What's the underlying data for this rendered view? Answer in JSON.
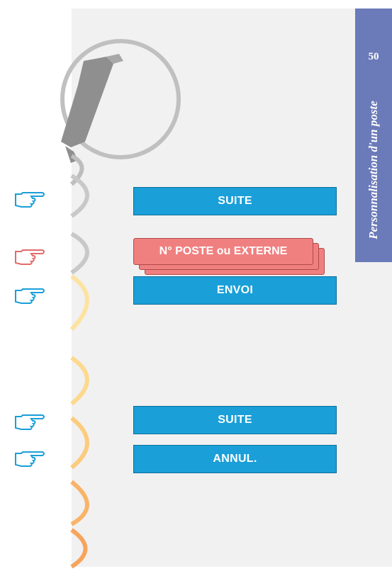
{
  "sidebar": {
    "page_number": "50",
    "section_title": "Personnalisation d'un poste"
  },
  "steps": [
    {
      "label": "SUITE",
      "kind": "key",
      "marker": "blue"
    },
    {
      "label": "N° POSTE ou EXTERNE",
      "kind": "entry",
      "marker": "red"
    },
    {
      "label": "ENVOI",
      "kind": "key",
      "marker": "blue"
    },
    {
      "label": "SUITE",
      "kind": "key",
      "marker": "blue"
    },
    {
      "label": "ANNUL.",
      "kind": "key",
      "marker": "blue"
    }
  ],
  "colors": {
    "key": "#1a9fd8",
    "entry": "#f08080",
    "marker_blue": "#1a9fd8",
    "marker_red": "#e46a6a",
    "sidebar": "#6b7ab8",
    "panel": "#f1f1f1"
  },
  "icons": [
    "telephone-handset-icon",
    "pointing-hand-icon",
    "spiral-binding-icon"
  ]
}
